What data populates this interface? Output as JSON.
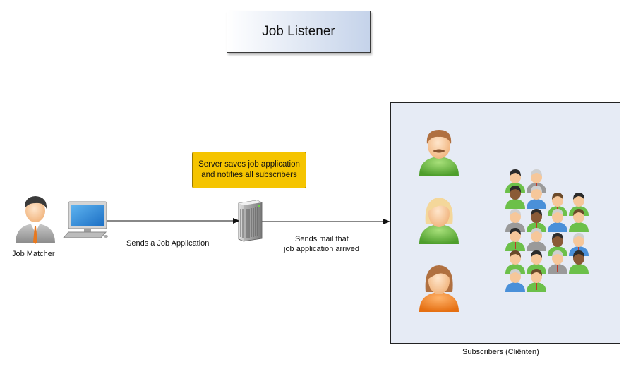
{
  "title": "Job Listener",
  "note": {
    "line1": "Server saves job application",
    "line2": "and notifies all subscribers"
  },
  "labels": {
    "job_matcher": "Job Matcher",
    "sends_application": "Sends a Job Application",
    "sends_mail_line1": "Sends mail that",
    "sends_mail_line2": "job application arrived",
    "subscribers": "Subscribers (Cliënten)"
  },
  "colors": {
    "note_fill": "#f5c400",
    "subscribers_box_fill": "#e6ebf5",
    "title_gradient_end": "#c5d3ea"
  },
  "icons": [
    "job-matcher-person-icon",
    "computer-icon",
    "server-icon",
    "subscriber-icon",
    "crowd-icon"
  ]
}
